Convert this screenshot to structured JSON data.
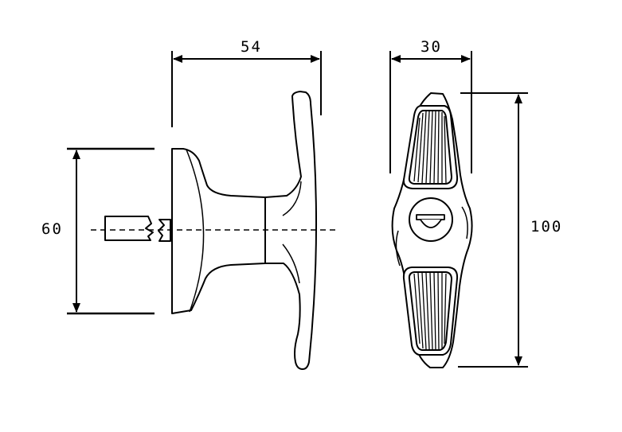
{
  "dimensions": {
    "width_top": "54",
    "width_side": "30",
    "height_left": "60",
    "height_right": "100"
  },
  "colors": {
    "line": "#000000",
    "fill": "#ffffff"
  }
}
